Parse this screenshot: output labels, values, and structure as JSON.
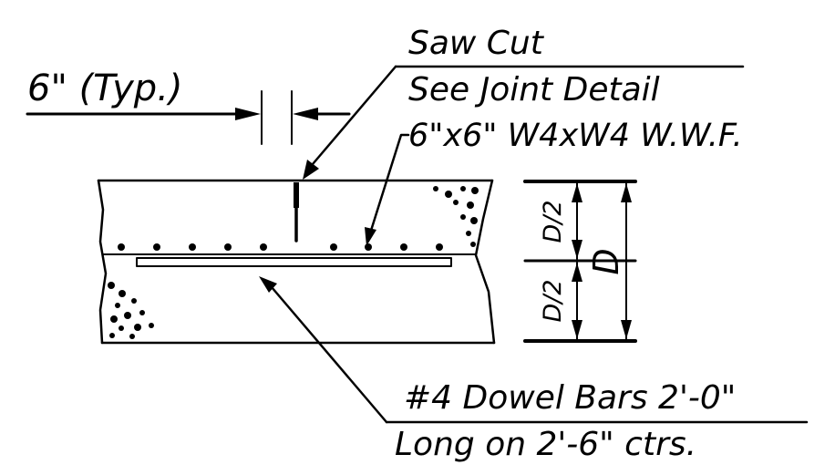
{
  "labels": {
    "typ_dim": "6\" (Typ.)",
    "saw_cut": "Saw Cut",
    "joint_detail": "See Joint Detail",
    "wwf": "6\"x6\" W4xW4 W.W.F.",
    "half_depth_top": "D/2",
    "half_depth_bottom": "D/2",
    "depth": "D",
    "dowel_line1": "#4 Dowel Bars 2'-0\"",
    "dowel_line2": "Long on 2'-6\" ctrs."
  },
  "colors": {
    "ink": "#000000",
    "paper": "#ffffff"
  }
}
